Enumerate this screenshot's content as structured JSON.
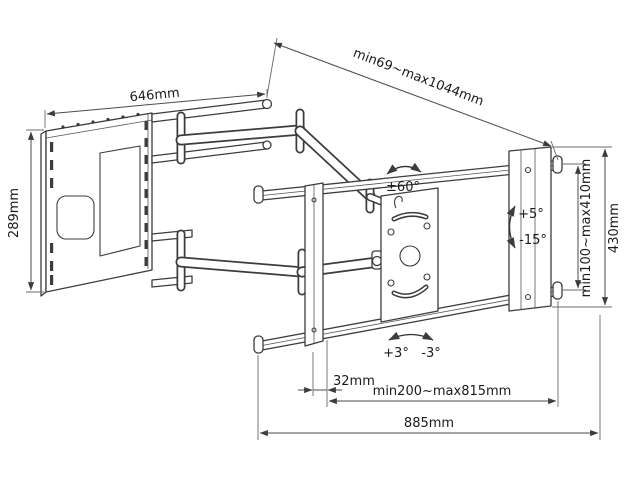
{
  "diagram": {
    "colors": {
      "background": "#ffffff",
      "line": "#3c3c3c"
    },
    "labels": {
      "plate_width": "646mm",
      "plate_height": "289mm",
      "arm_extension": "min69~max1044mm",
      "swivel_angle": "±60°",
      "tilt_up": "+5°",
      "tilt_down": "-15°",
      "height_adjust": "min100~max410mm",
      "bracket_height": "430mm",
      "roll_plus": "+3°",
      "roll_minus": "-3°",
      "rail_offset": "32mm",
      "rail_adjust": "min200~max815mm",
      "rail_length": "885mm"
    }
  }
}
